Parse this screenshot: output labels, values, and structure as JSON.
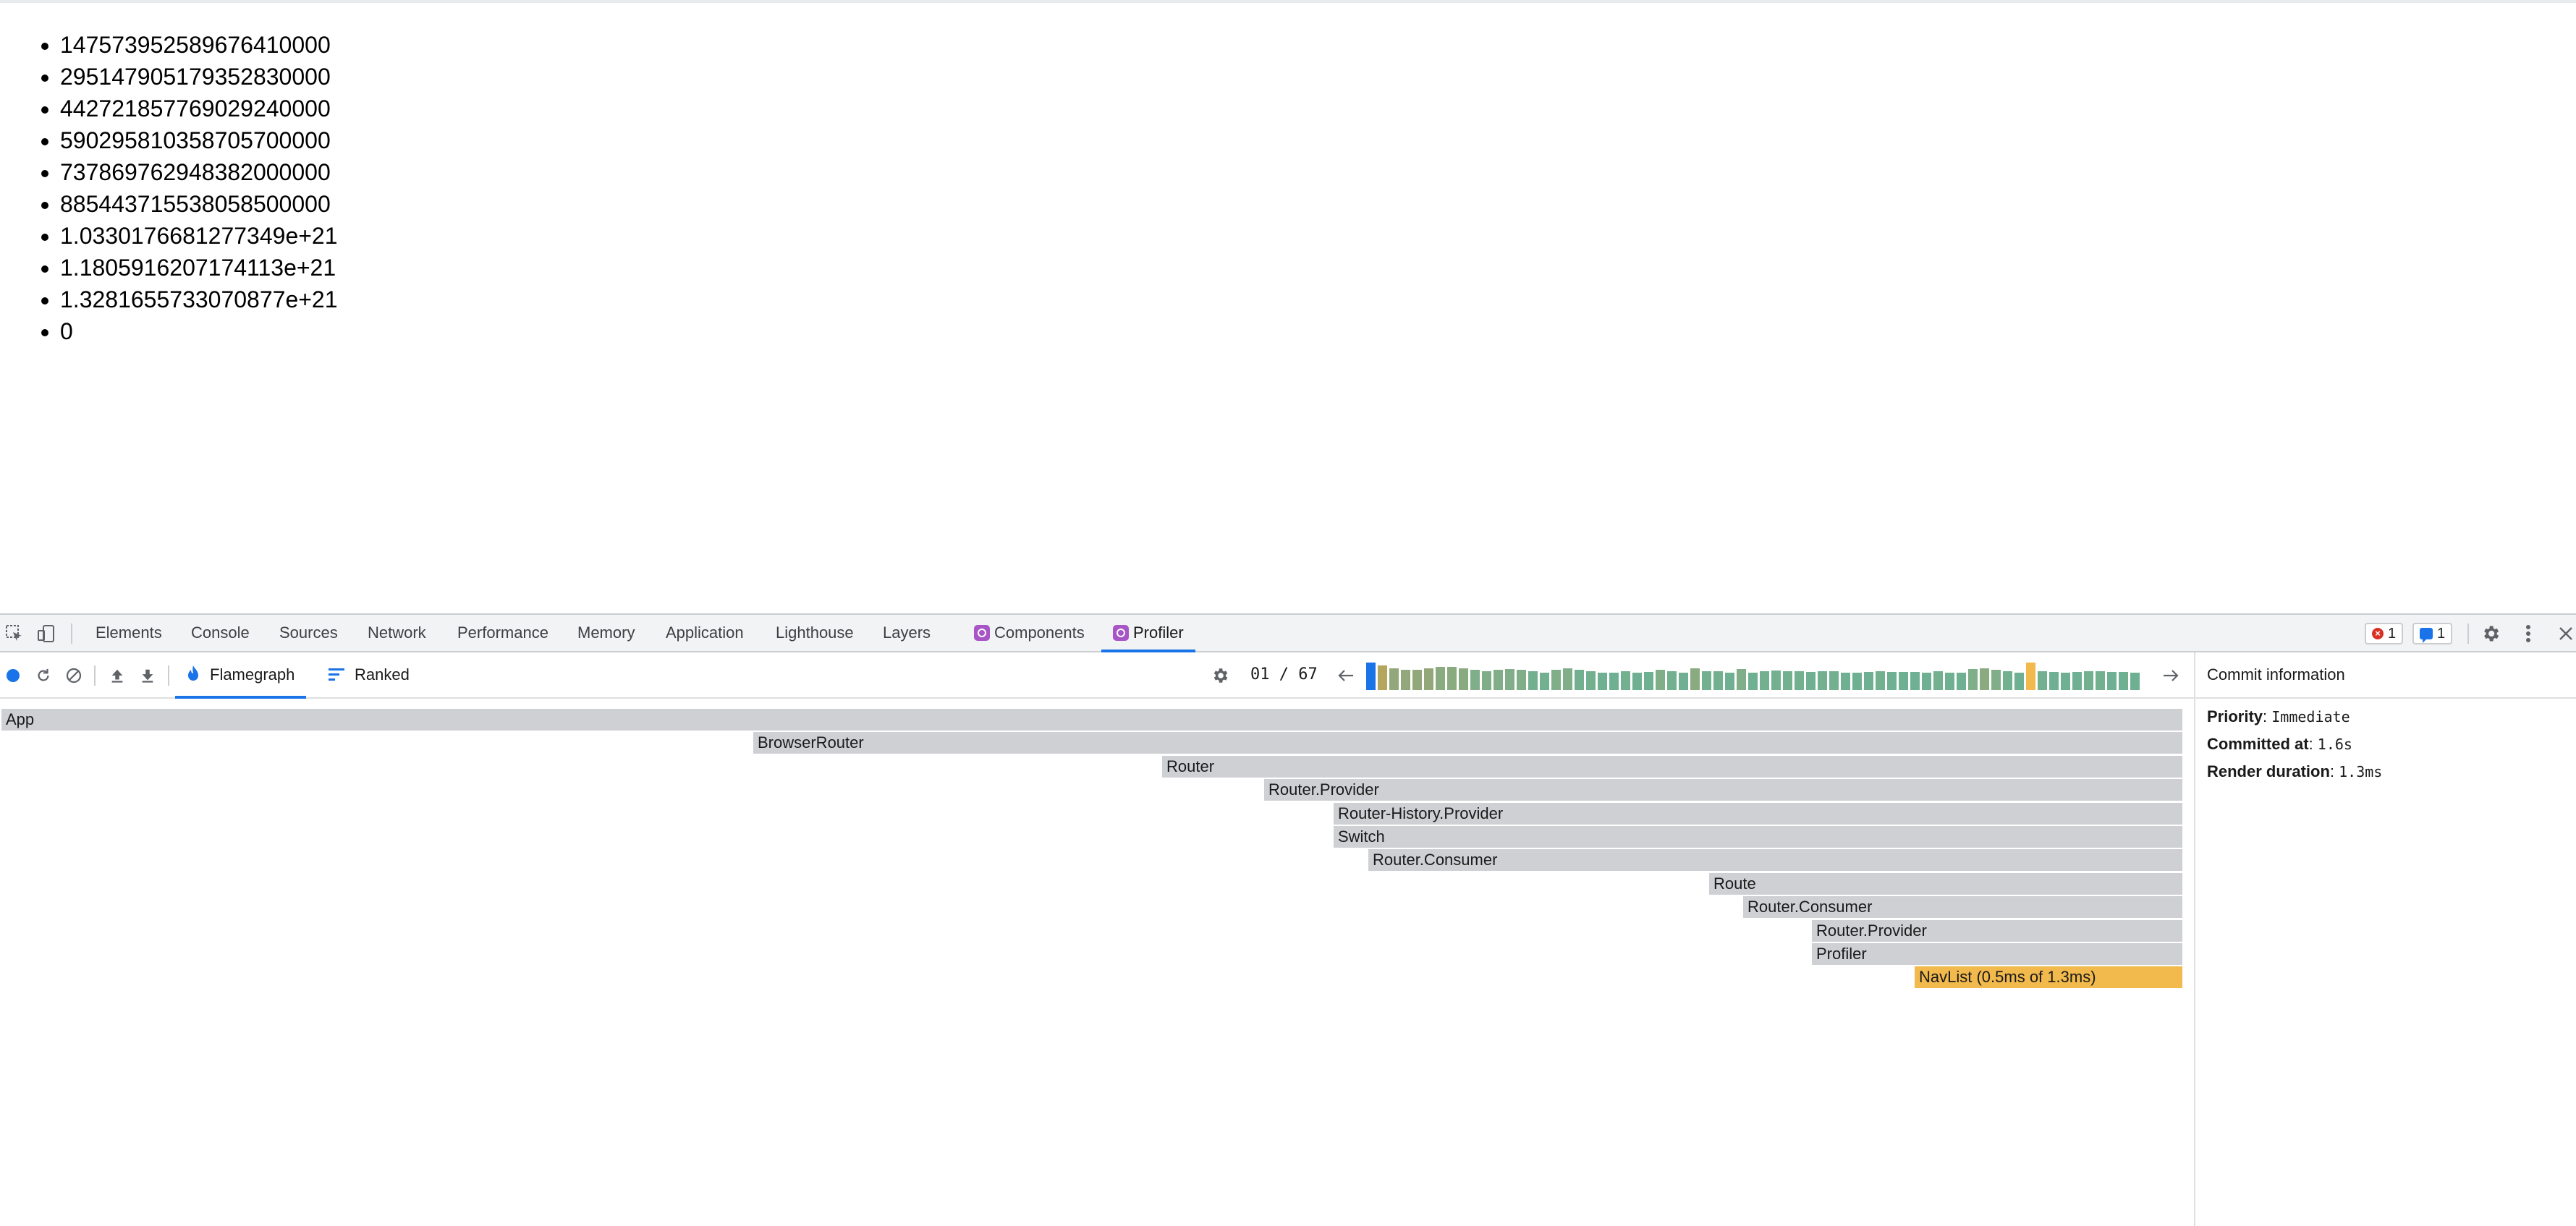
{
  "page": {
    "numbers": [
      "147573952589676410000",
      "295147905179352830000",
      "442721857769029240000",
      "590295810358705700000",
      "737869762948382000000",
      "885443715538058500000",
      "1.0330176681277349e+21",
      "1.1805916207174113e+21",
      "1.3281655733070877e+21",
      "0"
    ]
  },
  "devtools": {
    "tabs": [
      "Elements",
      "Console",
      "Sources",
      "Network",
      "Performance",
      "Memory",
      "Application",
      "Lighthouse",
      "Layers",
      "Components",
      "Profiler"
    ],
    "active_tab": "Profiler",
    "errors_count": "1",
    "messages_count": "1",
    "icons": [
      "inspect-icon",
      "device-toggle-icon",
      "gear-icon",
      "kebab-menu-icon",
      "close-icon"
    ]
  },
  "profiler": {
    "tabs": {
      "flamegraph": "Flamegraph",
      "ranked": "Ranked"
    },
    "active_tab": "Flamegraph",
    "commit_index": "01 / 67",
    "commit_bars": {
      "selected_index": 0,
      "heights": [
        0.95,
        0.85,
        0.75,
        0.7,
        0.7,
        0.75,
        0.8,
        0.8,
        0.75,
        0.7,
        0.65,
        0.7,
        0.72,
        0.7,
        0.65,
        0.6,
        0.7,
        0.75,
        0.7,
        0.65,
        0.6,
        0.6,
        0.65,
        0.6,
        0.62,
        0.7,
        0.65,
        0.6,
        0.75,
        0.65,
        0.65,
        0.6,
        0.72,
        0.6,
        0.65,
        0.68,
        0.65,
        0.65,
        0.62,
        0.65,
        0.65,
        0.6,
        0.6,
        0.62,
        0.65,
        0.62,
        0.62,
        0.62,
        0.6,
        0.65,
        0.6,
        0.6,
        0.72,
        0.75,
        0.7,
        0.65,
        0.6,
        0.95,
        0.65,
        0.62,
        0.6,
        0.62,
        0.65,
        0.65,
        0.62,
        0.62,
        0.6
      ],
      "colors": [
        "#1a73e8",
        "#b5a65e",
        "#93a87a",
        "#93a87a",
        "#93a87a",
        "#93a87a",
        "#8aab80",
        "#8aab80",
        "#8aab80",
        "#7fae88",
        "#7fae88",
        "#7fae88",
        "#7fae88",
        "#7fae88",
        "#72b08f",
        "#72b08f",
        "#7fae88",
        "#7fae88",
        "#72b08f",
        "#72b08f",
        "#6fb092",
        "#6fb092",
        "#72b08f",
        "#6fb092",
        "#6fb092",
        "#7fae88",
        "#72b08f",
        "#6fb092",
        "#8aab80",
        "#72b08f",
        "#72b08f",
        "#6fb092",
        "#7fae88",
        "#6fb092",
        "#72b08f",
        "#72b08f",
        "#72b08f",
        "#72b08f",
        "#6fb092",
        "#72b08f",
        "#72b08f",
        "#6fb092",
        "#6fb092",
        "#6fb092",
        "#72b08f",
        "#6fb092",
        "#6fb092",
        "#6fb092",
        "#6fb092",
        "#72b08f",
        "#6fb092",
        "#6fb092",
        "#7fae88",
        "#8aab80",
        "#7fae88",
        "#72b08f",
        "#6fb092",
        "#f2b94d",
        "#72b08f",
        "#6fb092",
        "#6fb092",
        "#6fb092",
        "#72b08f",
        "#72b08f",
        "#6fb092",
        "#6fb092",
        "#6fb092"
      ]
    },
    "flamegraph": [
      {
        "label": "App",
        "depth": 0,
        "start": 0.0,
        "end": 1.0
      },
      {
        "label": "BrowserRouter",
        "depth": 1,
        "start": 0.3444,
        "end": 1.0
      },
      {
        "label": "Router",
        "depth": 2,
        "start": 0.5318,
        "end": 1.0
      },
      {
        "label": "Router.Provider",
        "depth": 3,
        "start": 0.5786,
        "end": 1.0
      },
      {
        "label": "Router-History.Provider",
        "depth": 4,
        "start": 0.6104,
        "end": 1.0
      },
      {
        "label": "Switch",
        "depth": 5,
        "start": 0.6104,
        "end": 1.0
      },
      {
        "label": "Router.Consumer",
        "depth": 6,
        "start": 0.6262,
        "end": 1.0
      },
      {
        "label": "Route",
        "depth": 7,
        "start": 0.7825,
        "end": 1.0
      },
      {
        "label": "Router.Consumer",
        "depth": 8,
        "start": 0.7982,
        "end": 1.0
      },
      {
        "label": "Router.Provider",
        "depth": 9,
        "start": 0.8296,
        "end": 1.0
      },
      {
        "label": "Profiler",
        "depth": 10,
        "start": 0.8296,
        "end": 1.0
      },
      {
        "label": "NavList (0.5ms of 1.3ms)",
        "depth": 11,
        "start": 0.8765,
        "end": 1.0,
        "hot": true
      }
    ],
    "commit_info": {
      "title": "Commit information",
      "priority_label": "Priority",
      "priority_value": "Immediate",
      "committed_label": "Committed at",
      "committed_value": "1.6s",
      "duration_label": "Render duration",
      "duration_value": "1.3ms"
    }
  }
}
